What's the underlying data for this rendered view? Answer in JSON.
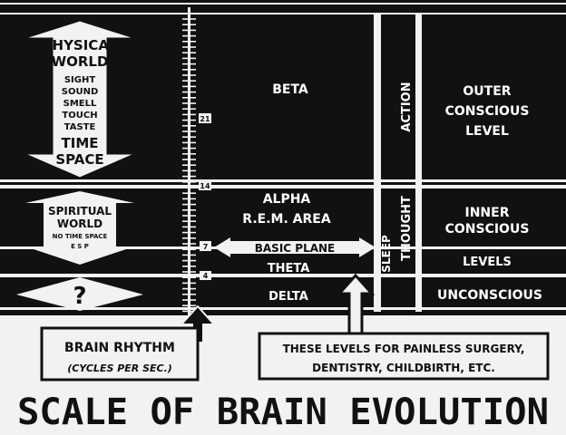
{
  "title": "SCALE OF BRAIN EVOLUTION",
  "colors": {
    "ink": "#111111",
    "paper": "#f2f2f2"
  },
  "left": {
    "physical": {
      "line1": "PHYSICAL",
      "line2": "WORLD",
      "senses": [
        "SIGHT",
        "SOUND",
        "SMELL",
        "TOUCH",
        "TASTE"
      ],
      "time": "TIME",
      "space": "SPACE"
    },
    "spiritual": {
      "line1": "SPIRITUAL",
      "line2": "WORLD",
      "note1": "NO TIME SPACE",
      "note2": "E S P"
    },
    "unknown": "?"
  },
  "scale": {
    "ticks": [
      "21",
      "14",
      "7",
      "4"
    ]
  },
  "levels": {
    "beta": "BETA",
    "alpha1": "ALPHA",
    "alpha2": "R.E.M. AREA",
    "basic_plane": "BASIC PLANE",
    "theta": "THETA",
    "delta": "DELTA"
  },
  "vertical": {
    "action": "ACTION",
    "thought": "THOUGHT",
    "sleep": "SLEEP"
  },
  "right": {
    "outer1": "OUTER",
    "outer2": "CONSCIOUS",
    "outer3": "LEVEL",
    "inner1": "INNER",
    "inner2": "CONSCIOUS",
    "levels": "LEVELS",
    "unconscious": "UNCONSCIOUS"
  },
  "callouts": {
    "rhythm1": "BRAIN RHYTHM",
    "rhythm2": "(CYCLES PER SEC.)",
    "surgery1": "THESE LEVELS FOR PAINLESS SURGERY,",
    "surgery2": "DENTISTRY, CHILDBIRTH, ETC."
  }
}
